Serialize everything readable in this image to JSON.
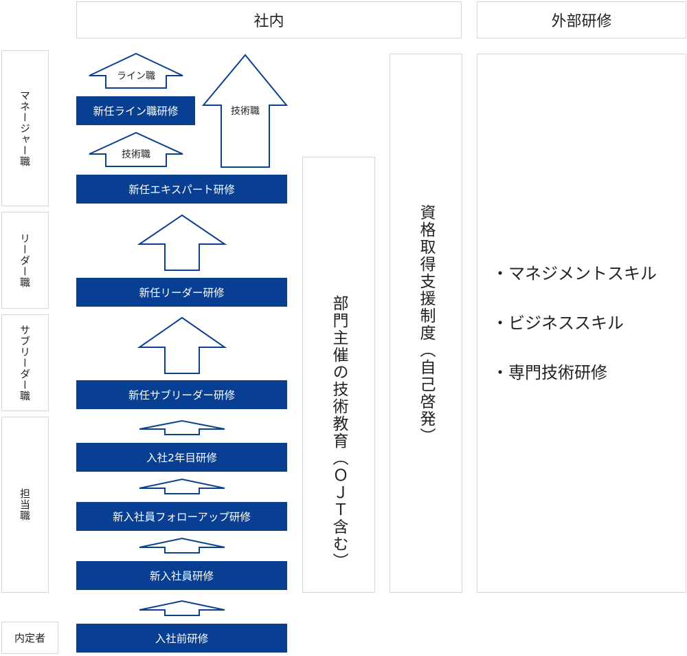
{
  "headers": {
    "internal": "社内",
    "external": "外部研修"
  },
  "levels": {
    "manager": "マネージャー職",
    "leader": "リーダー職",
    "subleader": "サブリーダー職",
    "staff": "担当職",
    "prospective": "内定者"
  },
  "programs": {
    "new_line_manager": "新任ライン職研修",
    "new_expert": "新任エキスパート研修",
    "new_leader": "新任リーダー研修",
    "new_subleader": "新任サブリーダー研修",
    "second_year": "入社2年目研修",
    "new_employee_followup": "新入社員フォローアップ研修",
    "new_employee": "新入社員研修",
    "pre_entry": "入社前研修"
  },
  "arrow_labels": {
    "line_track": "ライン職",
    "tech_track_small": "技術職",
    "tech_track_big": "技術職"
  },
  "columns": {
    "dept_tech_education": "部門主催の技術教育（ＯＪＴ含む）",
    "qualification_support": "資格取得支援制度（自己啓発）"
  },
  "external_items": [
    "・マネジメントスキル",
    "・ビジネススキル",
    "・専門技術研修"
  ],
  "colors": {
    "program_fill": "#083f93",
    "arrow_stroke": "#0a3f93",
    "border": "#d6d6d6"
  }
}
